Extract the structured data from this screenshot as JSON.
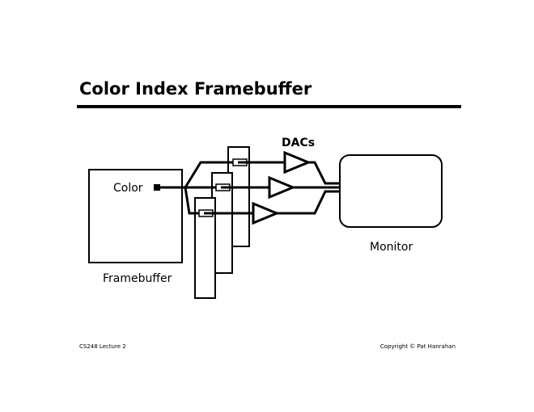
{
  "slide": {
    "title": "Color Index Framebuffer",
    "footer_left": "CS248 Lecture 2",
    "footer_right": "Copyright © Pat Hanrahan"
  },
  "diagram": {
    "color_label": "Color",
    "framebuffer_label": "Framebuffer",
    "dacs_label": "DACs",
    "monitor_label": "Monitor"
  }
}
